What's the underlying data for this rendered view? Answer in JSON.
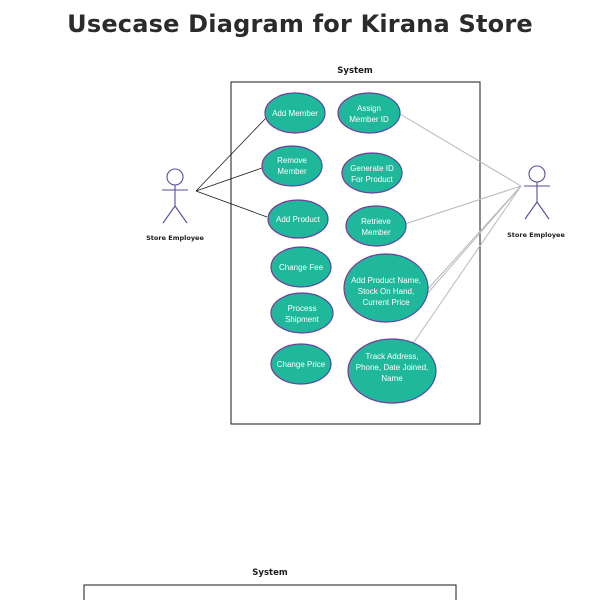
{
  "title": "Usecase Diagram for Kirana Store",
  "system_label": "System",
  "second_system_label": "System",
  "actors": {
    "left": "Store Employee",
    "right": "Store Employee"
  },
  "use_cases": {
    "add_member": [
      "Add Member"
    ],
    "remove_member": [
      "Remove",
      "Member"
    ],
    "add_product": [
      "Add Product"
    ],
    "change_fee": [
      "Change Fee"
    ],
    "process_shipment": [
      "Process",
      "Shipment"
    ],
    "change_price": [
      "Change Price"
    ],
    "assign_member_id": [
      "Assign",
      "Member ID"
    ],
    "generate_id": [
      "Generate ID",
      "For Product"
    ],
    "retrieve_member": [
      "Retrieve",
      "Member"
    ],
    "add_product_name": [
      "Add Product Name,",
      "Stock On Hand,",
      "Current Price"
    ],
    "track_address": [
      "Track Address,",
      "Phone, Date Joined,",
      "Name"
    ]
  },
  "colors": {
    "usecase_fill": "#1fb89a",
    "usecase_stroke": "#6a3fa0",
    "actor_stroke": "#5a4a9a",
    "left_assoc": "#1a1a1a",
    "right_assoc": "#b8b8b8"
  }
}
